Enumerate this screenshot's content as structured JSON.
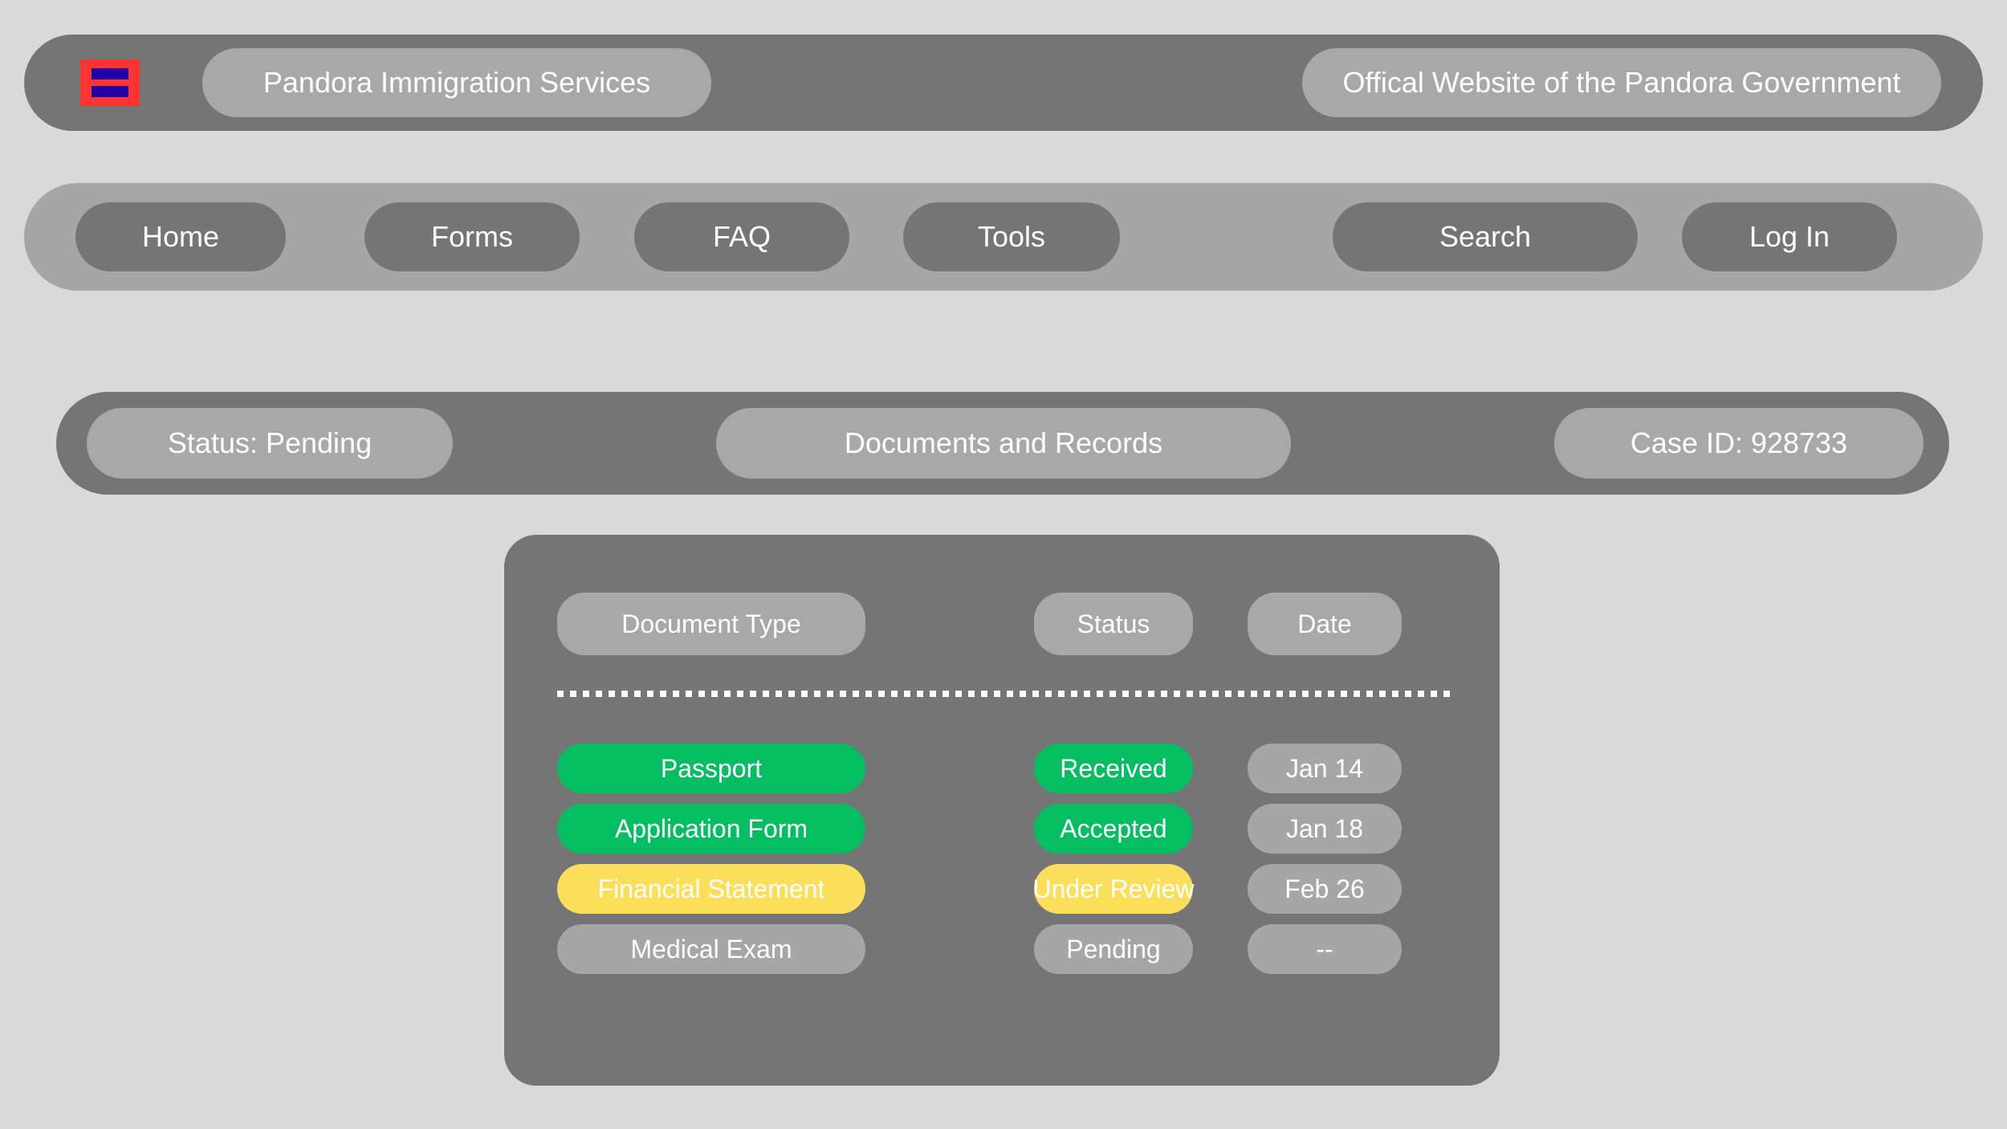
{
  "header": {
    "logo": {
      "icon": "pandora-flag-icon",
      "bg_color": "#fc3431",
      "bar_color": "#2200a8"
    },
    "site_title": "Pandora Immigration Services",
    "gov_note": "Offical Website of the Pandora Government"
  },
  "nav": {
    "items": [
      {
        "label": "Home"
      },
      {
        "label": "Forms"
      },
      {
        "label": "FAQ"
      },
      {
        "label": "Tools"
      },
      {
        "label": "Search"
      },
      {
        "label": "Log In"
      }
    ]
  },
  "status_bar": {
    "status": "Status: Pending",
    "section_title": "Documents and Records",
    "case_id": "Case ID: 928733"
  },
  "doc_table": {
    "columns": [
      "Document Type",
      "Status",
      "Date"
    ],
    "rows": [
      {
        "type": "Passport",
        "type_tone": "tone-green",
        "status": "Received",
        "status_tone": "tone-green",
        "date": "Jan 14",
        "date_tone": "tone-gray"
      },
      {
        "type": "Application Form",
        "type_tone": "tone-green",
        "status": "Accepted",
        "status_tone": "tone-green",
        "date": "Jan 18",
        "date_tone": "tone-gray"
      },
      {
        "type": "Financial Statement",
        "type_tone": "tone-yellow",
        "status": "Under Review",
        "status_tone": "tone-yellow",
        "date": "Feb 26",
        "date_tone": "tone-gray"
      },
      {
        "type": "Medical Exam",
        "type_tone": "tone-gray",
        "status": "Pending",
        "status_tone": "tone-gray",
        "date": "--",
        "date_tone": "tone-gray"
      }
    ]
  },
  "colors": {
    "page_bg": "#d9d9d9",
    "bar_dark": "#757575",
    "bar_light": "#a6a6a6",
    "chip_light": "#a8a8a8",
    "accent_green": "#05be62",
    "accent_yellow": "#fbdf5b",
    "logo_red": "#fc3431",
    "logo_blue": "#2200a8"
  }
}
